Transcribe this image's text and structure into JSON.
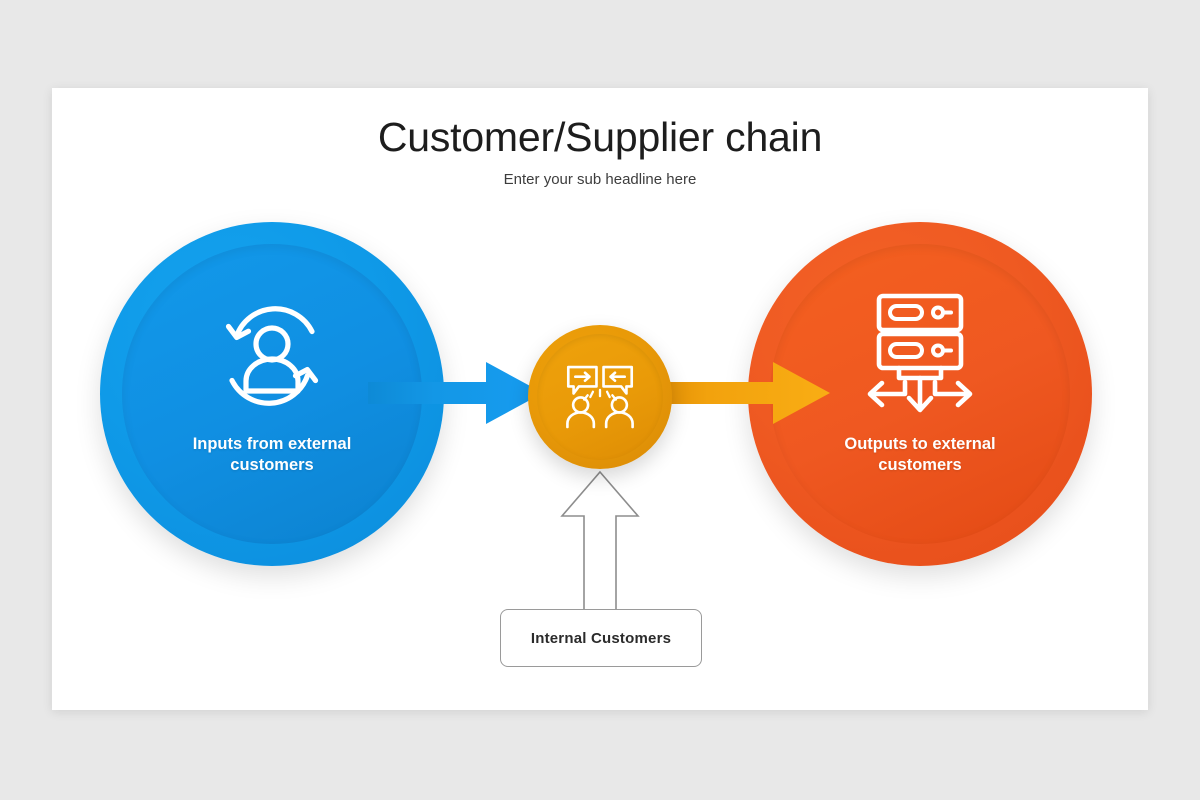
{
  "slide": {
    "title": "Customer/Supplier chain",
    "subtitle": "Enter your sub headline here",
    "background_color": "#e8e8e8",
    "canvas_color": "#ffffff"
  },
  "nodes": {
    "inputs": {
      "label": "Inputs from external\ncustomers",
      "label_line1": "Inputs from external",
      "label_line2": "customers",
      "icon": "user-cycle-icon",
      "color": "#0f9ae8"
    },
    "hub": {
      "label": "",
      "icon": "two-people-exchange-icon",
      "color": "#e89908"
    },
    "outputs": {
      "label": "Outputs to external\ncustomers",
      "label_line1": "Outputs to external",
      "label_line2": "customers",
      "icon": "server-distribution-icon",
      "color": "#ef5a22"
    }
  },
  "connectors": {
    "inputs_to_hub": {
      "icon": "arrow-right-icon",
      "color": "#1499ea"
    },
    "hub_to_outputs": {
      "icon": "arrow-right-icon",
      "color": "#f5a30c"
    },
    "internal_to_hub": {
      "icon": "arrow-up-outline-icon",
      "color": "#8d8d8d"
    }
  },
  "internal_box": {
    "label": "Internal Customers",
    "border_color": "#9a9a9a",
    "text_color": "#2b2b2b"
  }
}
